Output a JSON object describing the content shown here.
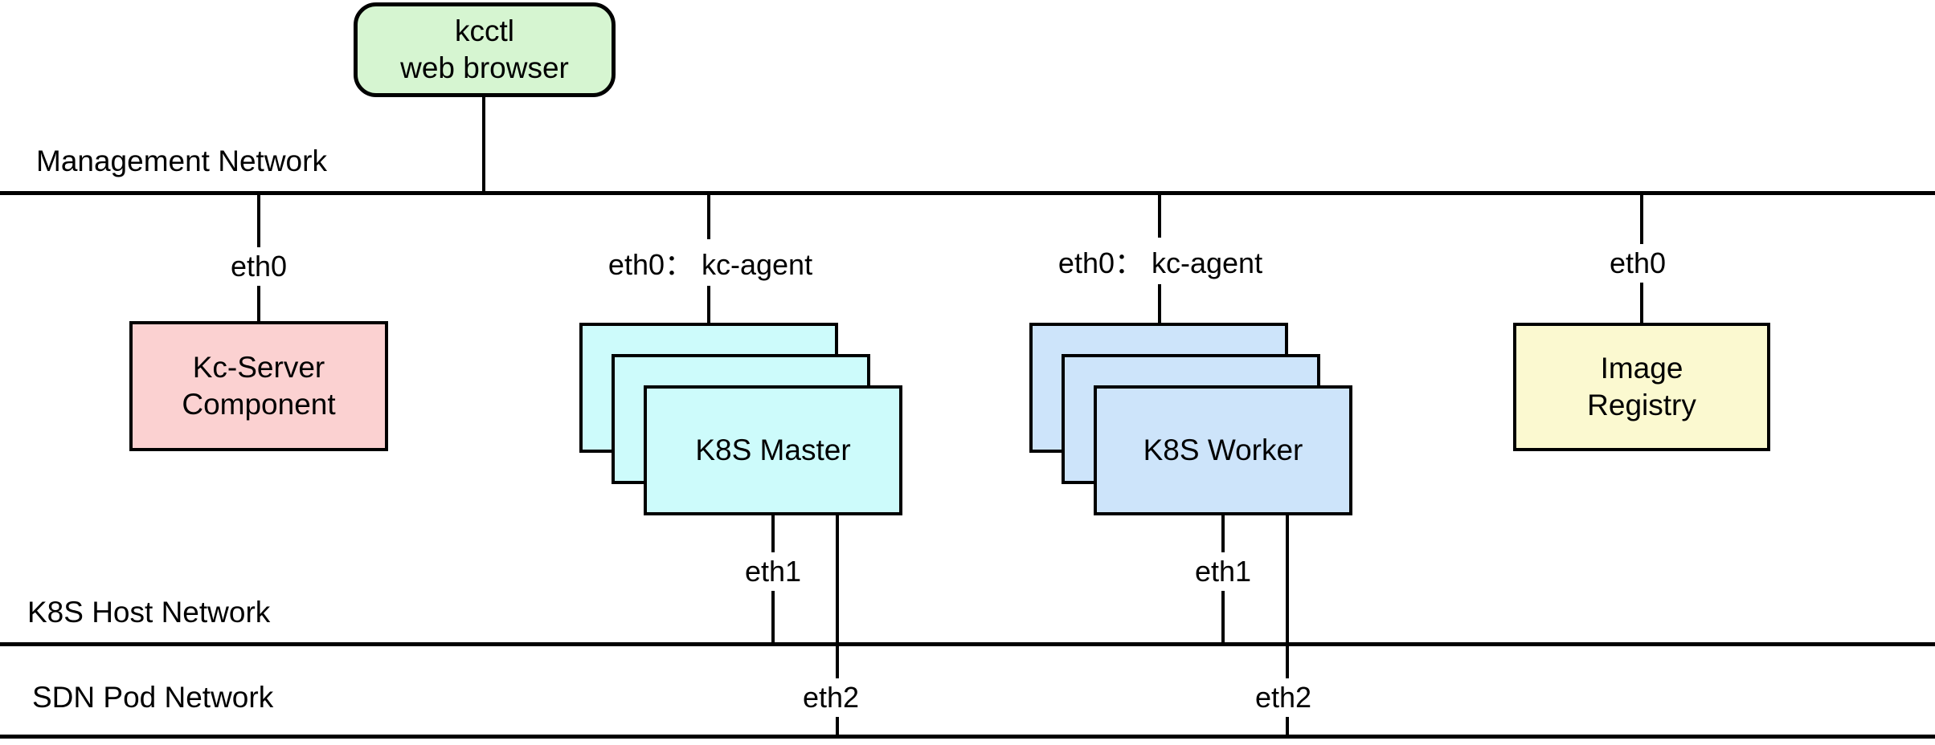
{
  "networks": {
    "management": "Management Network",
    "k8s_host": "K8S Host Network",
    "sdn_pod": "SDN Pod Network"
  },
  "nodes": {
    "kcctl": {
      "line1": "kcctl",
      "line2": "web browser"
    },
    "kc_server": {
      "line1": "Kc-Server",
      "line2": "Component"
    },
    "k8s_master": {
      "label": "K8S Master"
    },
    "k8s_worker": {
      "label": "K8S Worker"
    },
    "image_registry": {
      "line1": "Image",
      "line2": "Registry"
    }
  },
  "interfaces": {
    "kc_server_eth0": "eth0",
    "master_eth0": "eth0： kc-agent",
    "worker_eth0": "eth0： kc-agent",
    "registry_eth0": "eth0",
    "master_eth1": "eth1",
    "master_eth2": "eth2",
    "worker_eth1": "eth1",
    "worker_eth2": "eth2"
  },
  "colors": {
    "kcctl_fill": "#d6f5d1",
    "kc_server_fill": "#fbd1d1",
    "k8s_master_fill": "#cdfbfb",
    "k8s_worker_fill": "#cde4fa",
    "image_registry_fill": "#fbf9d0",
    "line": "#000000"
  }
}
